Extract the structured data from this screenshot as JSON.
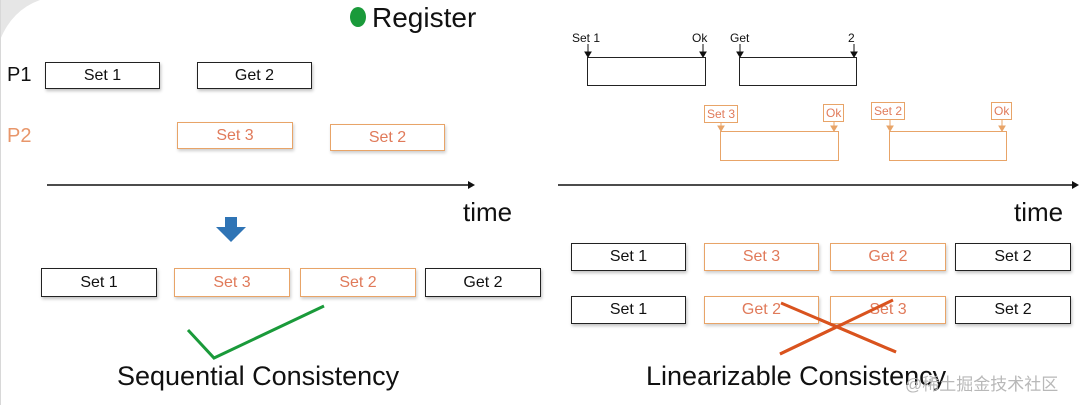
{
  "title": "Register",
  "processes": {
    "p1": "P1",
    "p2": "P2"
  },
  "left": {
    "p1_ops": [
      "Set 1",
      "Get 2"
    ],
    "p2_ops": [
      "Set 3",
      "Set 2"
    ],
    "time_label": "time",
    "result_ops": [
      "Set 1",
      "Set 3",
      "Set 2",
      "Get 2"
    ],
    "caption": "Sequential Consistency"
  },
  "right": {
    "p1_tags": [
      "Set 1",
      "Ok",
      "Get",
      "2"
    ],
    "p2_tags": [
      "Set 3",
      "Ok",
      "Set 2",
      "Ok"
    ],
    "time_label": "time",
    "row1": [
      "Set 1",
      "Set 3",
      "Get 2",
      "Set 2"
    ],
    "row2": [
      "Set 1",
      "Get 2",
      "Set 3",
      "Set 2"
    ],
    "caption": "Linearizable Consistency"
  },
  "watermark": "@稀土掘金技术社区",
  "colors": {
    "black": "#222222",
    "orange": "#e8a468",
    "green": "#1a9a3a",
    "blue_arrow": "#2f74b5",
    "red_cross": "#d9531e"
  }
}
